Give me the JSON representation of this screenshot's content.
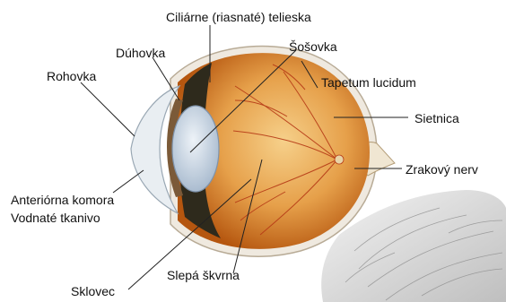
{
  "diagram": {
    "labels": {
      "ciliary_body": "Ciliárne (riasnaté) telieska",
      "iris": "Dúhovka",
      "lens": "Šošovka",
      "cornea": "Rohovka",
      "tapetum": "Tapetum lucidum",
      "retina": "Sietnica",
      "optic_nerve": "Zrakový nerv",
      "anterior_chamber": "Anteriórna komora",
      "aqueous_humor": "Vodnaté tkanivo",
      "blind_spot": "Slepá škvrna",
      "vitreous": "Sklovec"
    },
    "colors": {
      "eyeball_core": "#f2c27a",
      "eyeball_edge": "#b5560f",
      "choroid": "#2e2a1c",
      "lens": "#c9d6e6",
      "cornea": "#e9eef2",
      "vessel": "#b63a16",
      "leader_line": "#222222"
    }
  }
}
